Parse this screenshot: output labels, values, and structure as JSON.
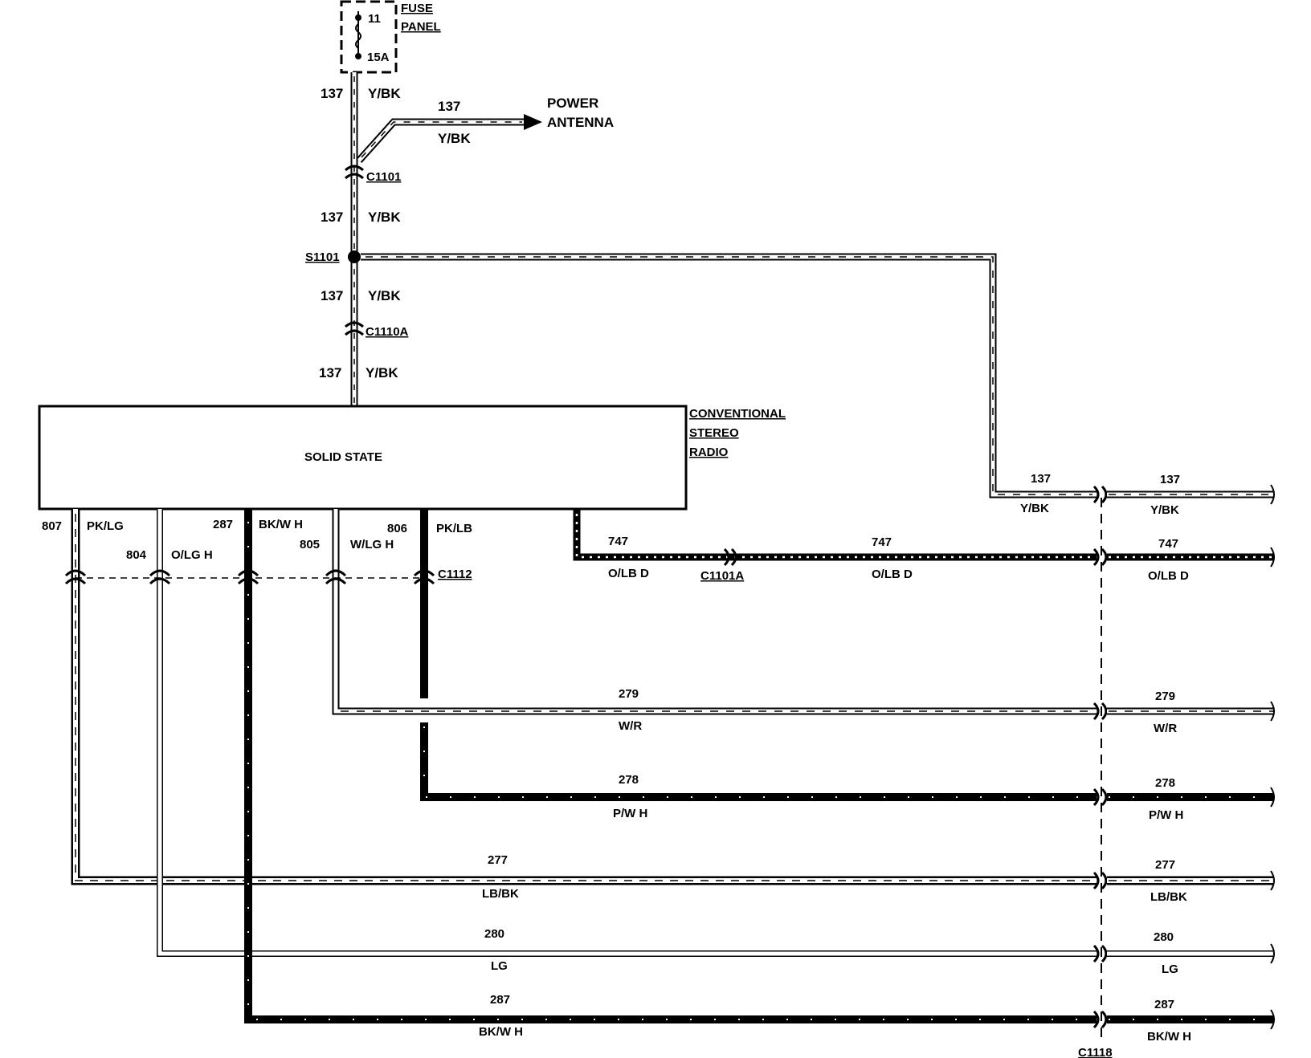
{
  "fuse_panel": {
    "label_line1": "FUSE",
    "label_line2": "PANEL",
    "fuse_number": "11",
    "fuse_rating": "15A"
  },
  "power_antenna": {
    "label_line1": "POWER",
    "label_line2": "ANTENNA",
    "circuit": "137",
    "color": "Y/BK"
  },
  "radio": {
    "inner_label": "SOLID STATE",
    "name_line1": "CONVENTIONAL",
    "name_line2": "STEREO",
    "name_line3": "RADIO"
  },
  "connectors": {
    "c1101": "C1101",
    "s1101": "S1101",
    "c1110a": "C1110A",
    "c1112": "C1112",
    "c1101a": "C1101A",
    "c1118": "C1118"
  },
  "feed": [
    {
      "circuit": "137",
      "color": "Y/BK"
    },
    {
      "circuit": "137",
      "color": "Y/BK"
    },
    {
      "circuit": "137",
      "color": "Y/BK"
    },
    {
      "circuit": "137",
      "color": "Y/BK"
    }
  ],
  "radio_outputs": [
    {
      "circuit": "807",
      "color": "PK/LG"
    },
    {
      "circuit": "804",
      "color": "O/LG H"
    },
    {
      "circuit": "287",
      "color": "BK/W H"
    },
    {
      "circuit": "805",
      "color": "W/LG H"
    },
    {
      "circuit": "806",
      "color": "PK/LB"
    }
  ],
  "right_wires": [
    {
      "circuit": "137",
      "color": "Y/BK"
    },
    {
      "circuit": "747",
      "color": "O/LB D"
    },
    {
      "circuit": "279",
      "color": "W/R"
    },
    {
      "circuit": "278",
      "color": "P/W H"
    },
    {
      "circuit": "277",
      "color": "LB/BK"
    },
    {
      "circuit": "280",
      "color": "LG"
    },
    {
      "circuit": "287",
      "color": "BK/W H"
    }
  ],
  "c1118_side": [
    {
      "circuit": "137",
      "color": "Y/BK"
    },
    {
      "circuit": "747",
      "color": "O/LB D"
    },
    {
      "circuit": "279",
      "color": "W/R"
    },
    {
      "circuit": "278",
      "color": "P/W H"
    },
    {
      "circuit": "277",
      "color": "LB/BK"
    },
    {
      "circuit": "280",
      "color": "LG"
    },
    {
      "circuit": "287",
      "color": "BK/W H"
    }
  ],
  "wire_747_mid": {
    "circuit": "747",
    "color": "O/LB D"
  }
}
